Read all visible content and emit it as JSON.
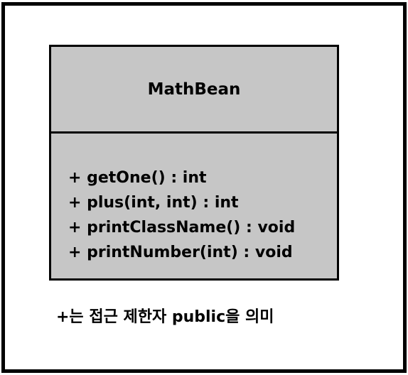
{
  "diagram": {
    "class_name": "MathBean",
    "methods": [
      "+ getOne() : int",
      "+ plus(int, int) : int",
      "+ printClassName() : void",
      "+ printNumber(int) : void"
    ],
    "note": "+는 접근 제한자 public을 의미"
  }
}
